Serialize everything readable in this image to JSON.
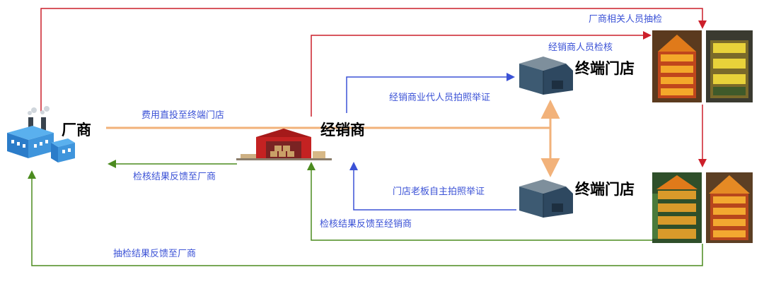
{
  "nodes": {
    "factory": "厂商",
    "dealer": "经销商",
    "store_top": "终端门店",
    "store_bottom": "终端门店"
  },
  "edges": {
    "factory_audit": "厂商相关人员抽检",
    "dealer_audit": "经销商人员检核",
    "dealer_proxy_photo": "经销商业代人员拍照举证",
    "direct_fee": "费用直投至终端门店",
    "owner_photo": "门店老板自主拍照举证",
    "dealer_feedback_factory": "检核结果反馈至厂商",
    "store_feedback_dealer": "检核结果反馈至经销商",
    "spotcheck_feedback_factory": "抽检结果反馈至厂商"
  },
  "colors": {
    "red": "#cc1f2a",
    "blue": "#3b52d6",
    "green": "#4b8b1f",
    "orange": "#f2b27a"
  },
  "icons": [
    "factory-icon",
    "dealer-warehouse-icon",
    "store-building-icon",
    "store-display-photo"
  ]
}
